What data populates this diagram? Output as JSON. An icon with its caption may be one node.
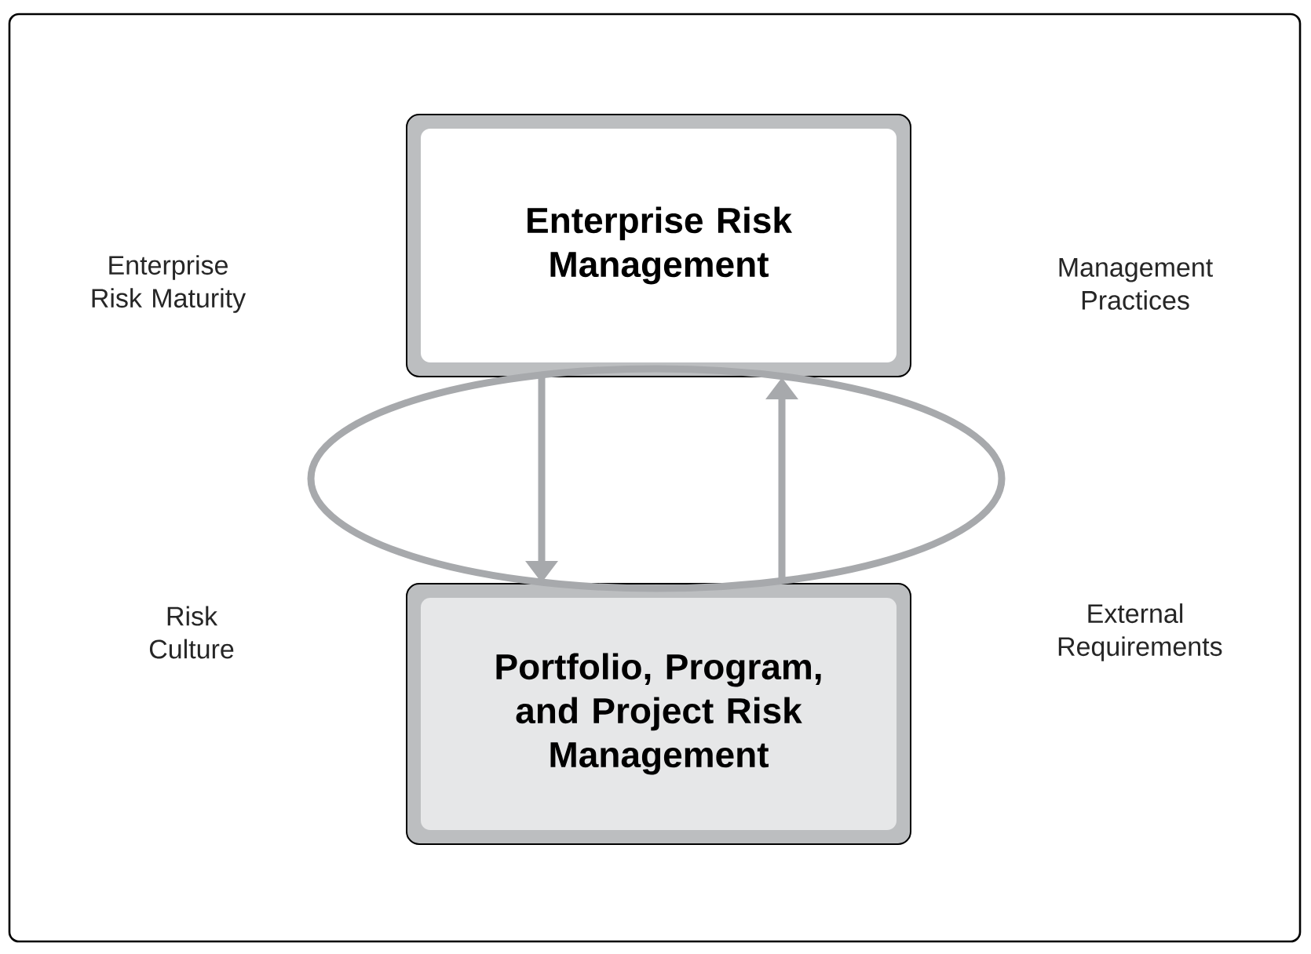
{
  "diagram": {
    "nodes": [
      {
        "text": [
          "Enterprise Risk Management"
        ]
      },
      {
        "text": [
          "Portfolio, Program, and Project Risk Management"
        ]
      }
    ],
    "edges": [
      {
        "from": 0,
        "to": 1,
        "arrow": "to"
      },
      {
        "from": 1,
        "to": 0,
        "arrow": "to"
      }
    ],
    "labels": [
      "Enterprise Risk Maturity",
      "Management Practices",
      "Risk Culture",
      "External Requirements"
    ]
  }
}
